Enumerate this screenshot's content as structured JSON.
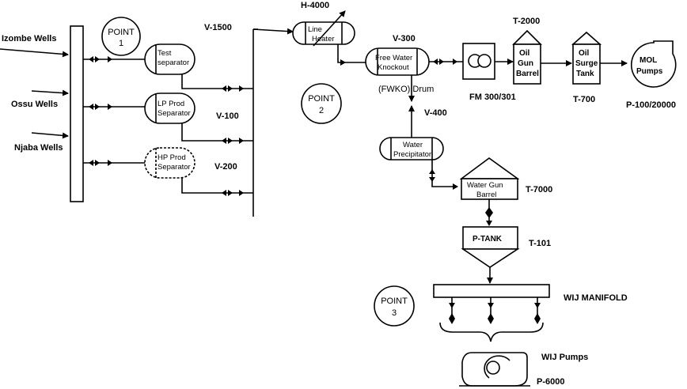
{
  "wells": {
    "izombe": "Izombe Wells",
    "ossu": "Ossu Wells",
    "njaba": "Njaba Wells"
  },
  "points": {
    "p1": [
      "POINT",
      "1"
    ],
    "p2": [
      "POINT",
      "2"
    ],
    "p3": [
      "POINT",
      "3"
    ]
  },
  "separators": {
    "test": [
      "Test",
      "separator"
    ],
    "lp": [
      "LP Prod",
      "Separator"
    ],
    "hp": [
      "HP Prod",
      "Separator"
    ]
  },
  "tags": {
    "v1500": "V-1500",
    "v100": "V-100",
    "v200": "V-200",
    "h4000": "H-4000",
    "v300": "V-300",
    "t2000": "T-2000",
    "fwko_drum": "(FWKO) Drum",
    "v400": "V-400",
    "fm": "FM 300/301",
    "t700": "T-700",
    "p100": "P-100/20000",
    "t7000": "T-7000",
    "t101": "T-101",
    "wij_manifold": "WIJ MANIFOLD",
    "wij_pumps": "WIJ Pumps",
    "p6000": "P-6000"
  },
  "equipment": {
    "line_heater": [
      "Line",
      "Heater"
    ],
    "fwko": [
      "Free Water",
      "Knockout"
    ],
    "oil_gun_barrel": [
      "Oil",
      "Gun",
      "Barrel"
    ],
    "oil_surge_tank": [
      "Oil",
      "Surge",
      "Tank"
    ],
    "mol_pumps": [
      "MOL",
      "Pumps"
    ],
    "water_precipitator": [
      "Water",
      "Precipitator"
    ],
    "water_gun_barrel": [
      "Water Gun",
      "Barrel"
    ],
    "p_tank": "P-TANK"
  }
}
